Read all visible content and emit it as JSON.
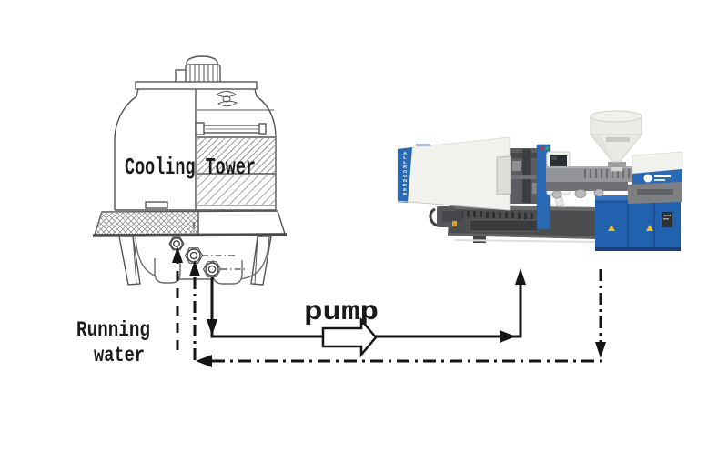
{
  "labels": {
    "cooling_tower": "Cooling Tower",
    "pump": "pump",
    "running_water": {
      "line1": "Running",
      "line2": "water"
    }
  },
  "machine": {
    "side_text": "ALLROUNDER"
  },
  "colors": {
    "diagram_line": "#151515",
    "text": "#1a1a1a",
    "tower_stroke": "#555555",
    "machine_blue": "#2a6ab4",
    "cabinet_blue": "#2161ae",
    "base_gray": "#4c4d4f",
    "panel_white": "#f1f1ee",
    "warning_yellow": "#f2c21c"
  }
}
